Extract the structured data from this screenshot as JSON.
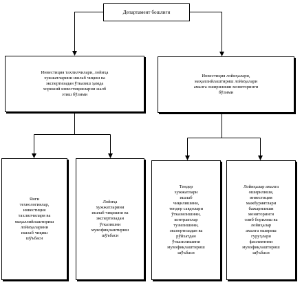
{
  "diagram": {
    "root": {
      "label": "Департамент бошлиғи"
    },
    "divisions": [
      {
        "label": "Инвестиция тахлилчилари, лойиҳа\nхужжатларини ишлаб чиқиш ва\nэкспертизадан ўтказиш ҳамда\nхорижий инвестицияларни жалб\nэтиш бўлими",
        "sections": [
          {
            "label": "Янги\nтехнологиялар,\nинвестиция\nтахлилчилари ва\nмаҳаллийлаштириш\nлойиҳаларини\nишлаб чиқиш\nшўъбаси"
          },
          {
            "label": "Лойиҳа\nхужжатларини\nишлаб чиқишни ва\nэкспертизадан\nўтказишни\nмувофиқлаштириш\nшўъбаси"
          }
        ]
      },
      {
        "label": "Инвестиция лойиҳалари,\nмаҳаллийлаштириш лойиҳалари\nамалга оширилиши мониторинги\nбўлими",
        "sections": [
          {
            "label": "Тендер\nхужжатлари\nишлаб\nчиқилишини,\nтендер савдолари\nўтказилишини,\nконтрактлар\nтузилишини,\nэкспертизадан ва\nрўйхатдан\nўтказилишини\nмувофиқлаштириш\nшўъбаси"
          },
          {
            "label": "Лойиҳалар амалга\nоширилиши,\nинвестиция\nмажбуриятлари\nбажарилиши\nмониторинги\nолиб борилиш ва\nлойиҳалар\nамалга ошириш\nгуруҳлари\nфаолиятини\nмувофиқлаштириш\nшўъбаси"
          }
        ]
      }
    ]
  }
}
